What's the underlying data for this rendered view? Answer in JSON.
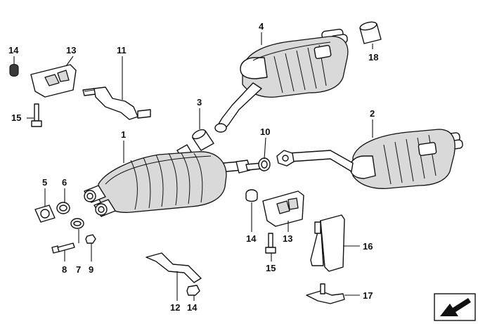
{
  "diagram": {
    "callouts": [
      {
        "id": "c1",
        "text": "1"
      },
      {
        "id": "c2",
        "text": "2"
      },
      {
        "id": "c3",
        "text": "3"
      },
      {
        "id": "c4",
        "text": "4"
      },
      {
        "id": "c5",
        "text": "5"
      },
      {
        "id": "c6",
        "text": "6"
      },
      {
        "id": "c7",
        "text": "7"
      },
      {
        "id": "c8",
        "text": "8"
      },
      {
        "id": "c9",
        "text": "9"
      },
      {
        "id": "c10",
        "text": "10"
      },
      {
        "id": "c11",
        "text": "11"
      },
      {
        "id": "c12",
        "text": "12"
      },
      {
        "id": "c13a",
        "text": "13"
      },
      {
        "id": "c13b",
        "text": "13"
      },
      {
        "id": "c14a",
        "text": "14"
      },
      {
        "id": "c14b",
        "text": "14"
      },
      {
        "id": "c14c",
        "text": "14"
      },
      {
        "id": "c15a",
        "text": "15"
      },
      {
        "id": "c15b",
        "text": "15"
      },
      {
        "id": "c16",
        "text": "16"
      },
      {
        "id": "c17",
        "text": "17"
      },
      {
        "id": "c18",
        "text": "18"
      }
    ],
    "icons": [
      "exhaust-muffler",
      "tailpipe-sleeve",
      "exhaust-hanger-bracket",
      "rubber-mount",
      "bolt",
      "nut",
      "flange-gasket",
      "clamp-ring",
      "direction-arrow-icon"
    ]
  }
}
